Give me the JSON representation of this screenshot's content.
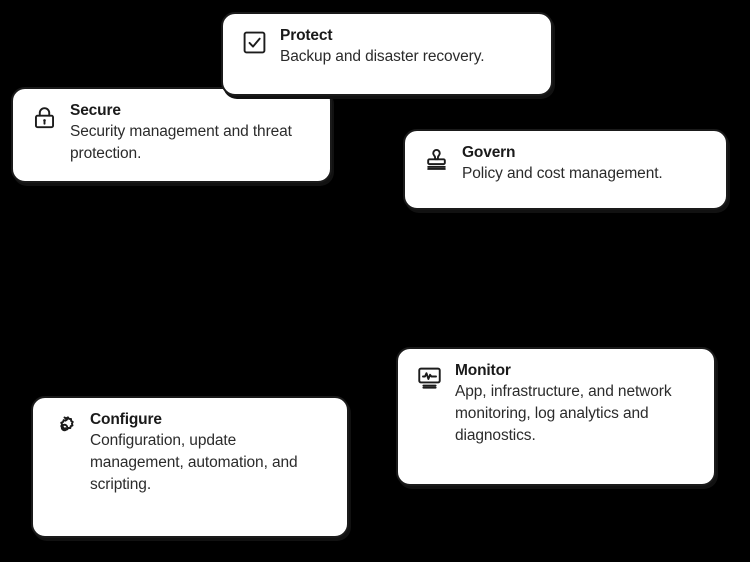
{
  "page": {
    "background_color": "#000000",
    "card_background_color": "#ffffff",
    "card_border_color": "#1a1a1a",
    "text_color": "#1a1a1a",
    "body_text_color": "#2b2b2b"
  },
  "cards": [
    {
      "id": "protect",
      "title": "Protect",
      "description": "Backup and disaster recovery.",
      "icon": "checkbox-check-icon"
    },
    {
      "id": "secure",
      "title": "Secure",
      "description": "Security management and threat protection.",
      "icon": "lock-icon"
    },
    {
      "id": "govern",
      "title": "Govern",
      "description": "Policy and cost management.",
      "icon": "stamp-icon"
    },
    {
      "id": "monitor",
      "title": "Monitor",
      "description": "App, infrastructure, and network monitoring, log analytics and diagnostics.",
      "icon": "monitor-pulse-icon"
    },
    {
      "id": "configure",
      "title": "Configure",
      "description": "Configuration, update management, automation, and scripting.",
      "icon": "gear-icon"
    }
  ]
}
